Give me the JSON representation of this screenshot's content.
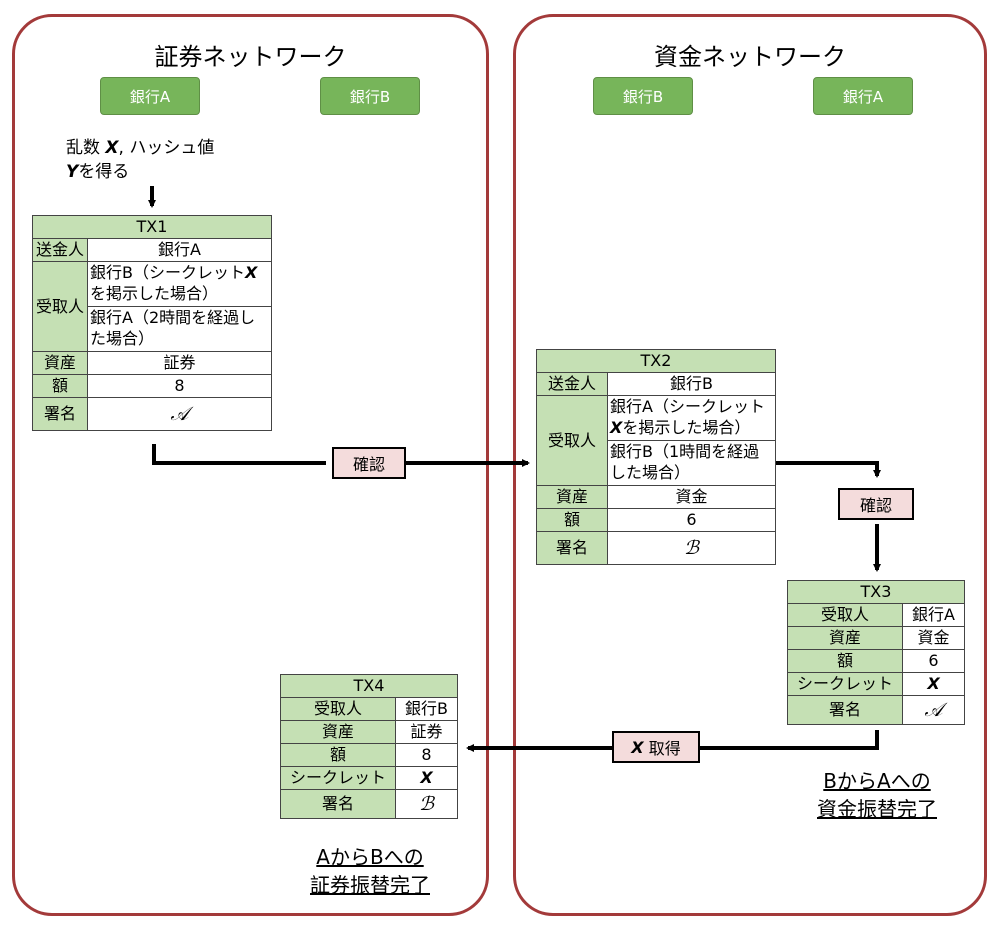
{
  "left_panel": {
    "title": "証券ネットワーク",
    "bank1": "銀行A",
    "bank2": "銀行B",
    "note": {
      "x": "X",
      "line1_prefix": "乱数 ",
      "line1_suffix": ", ハッシュ値",
      "y": "Y",
      "line2_suffix": "を得る"
    },
    "complete": [
      "AからBへの",
      "証券振替完了"
    ]
  },
  "right_panel": {
    "title": "資金ネットワーク",
    "bank1": "銀行B",
    "bank2": "銀行A",
    "complete": [
      "BからAへの",
      "資金振替完了"
    ]
  },
  "tx1": {
    "title": "TX1",
    "sender_label": "送金人",
    "sender": "銀行A",
    "receiver_label": "受取人",
    "receiver_opt1_a": "銀行B（シークレット",
    "receiver_opt1_x": "X",
    "receiver_opt1_b": "を掲示した場合）",
    "receiver_opt2": "銀行A（2時間を経過した場合）",
    "asset_label": "資産",
    "asset": "証券",
    "amount_label": "額",
    "amount": "8",
    "sig_label": "署名",
    "sig": "𝒜"
  },
  "tx2": {
    "title": "TX2",
    "sender_label": "送金人",
    "sender": "銀行B",
    "receiver_label": "受取人",
    "receiver_opt1_a": "銀行A（シークレット",
    "receiver_opt1_x": "X",
    "receiver_opt1_b": "を掲示した場合）",
    "receiver_opt2": "銀行B（1時間を経過した場合）",
    "asset_label": "資産",
    "asset": "資金",
    "amount_label": "額",
    "amount": "6",
    "sig_label": "署名",
    "sig": "ℬ"
  },
  "tx3": {
    "title": "TX3",
    "receiver_label": "受取人",
    "receiver": "銀行A",
    "asset_label": "資産",
    "asset": "資金",
    "amount_label": "額",
    "amount": "6",
    "secret_label": "シークレット",
    "secret": "X",
    "sig_label": "署名",
    "sig": "𝒜"
  },
  "tx4": {
    "title": "TX4",
    "receiver_label": "受取人",
    "receiver": "銀行B",
    "asset_label": "資産",
    "asset": "証券",
    "amount_label": "額",
    "amount": "8",
    "secret_label": "シークレット",
    "secret": "X",
    "sig_label": "署名",
    "sig": "ℬ"
  },
  "actions": {
    "confirm1": "確認",
    "confirm2": "確認",
    "obtain_x": "X",
    "obtain_label": " 取得"
  },
  "colors": {
    "panel_border": "#a33a3a",
    "bank_fill": "#77b55a",
    "table_header": "#c5e0b4",
    "action_fill": "#f4dcdc"
  }
}
